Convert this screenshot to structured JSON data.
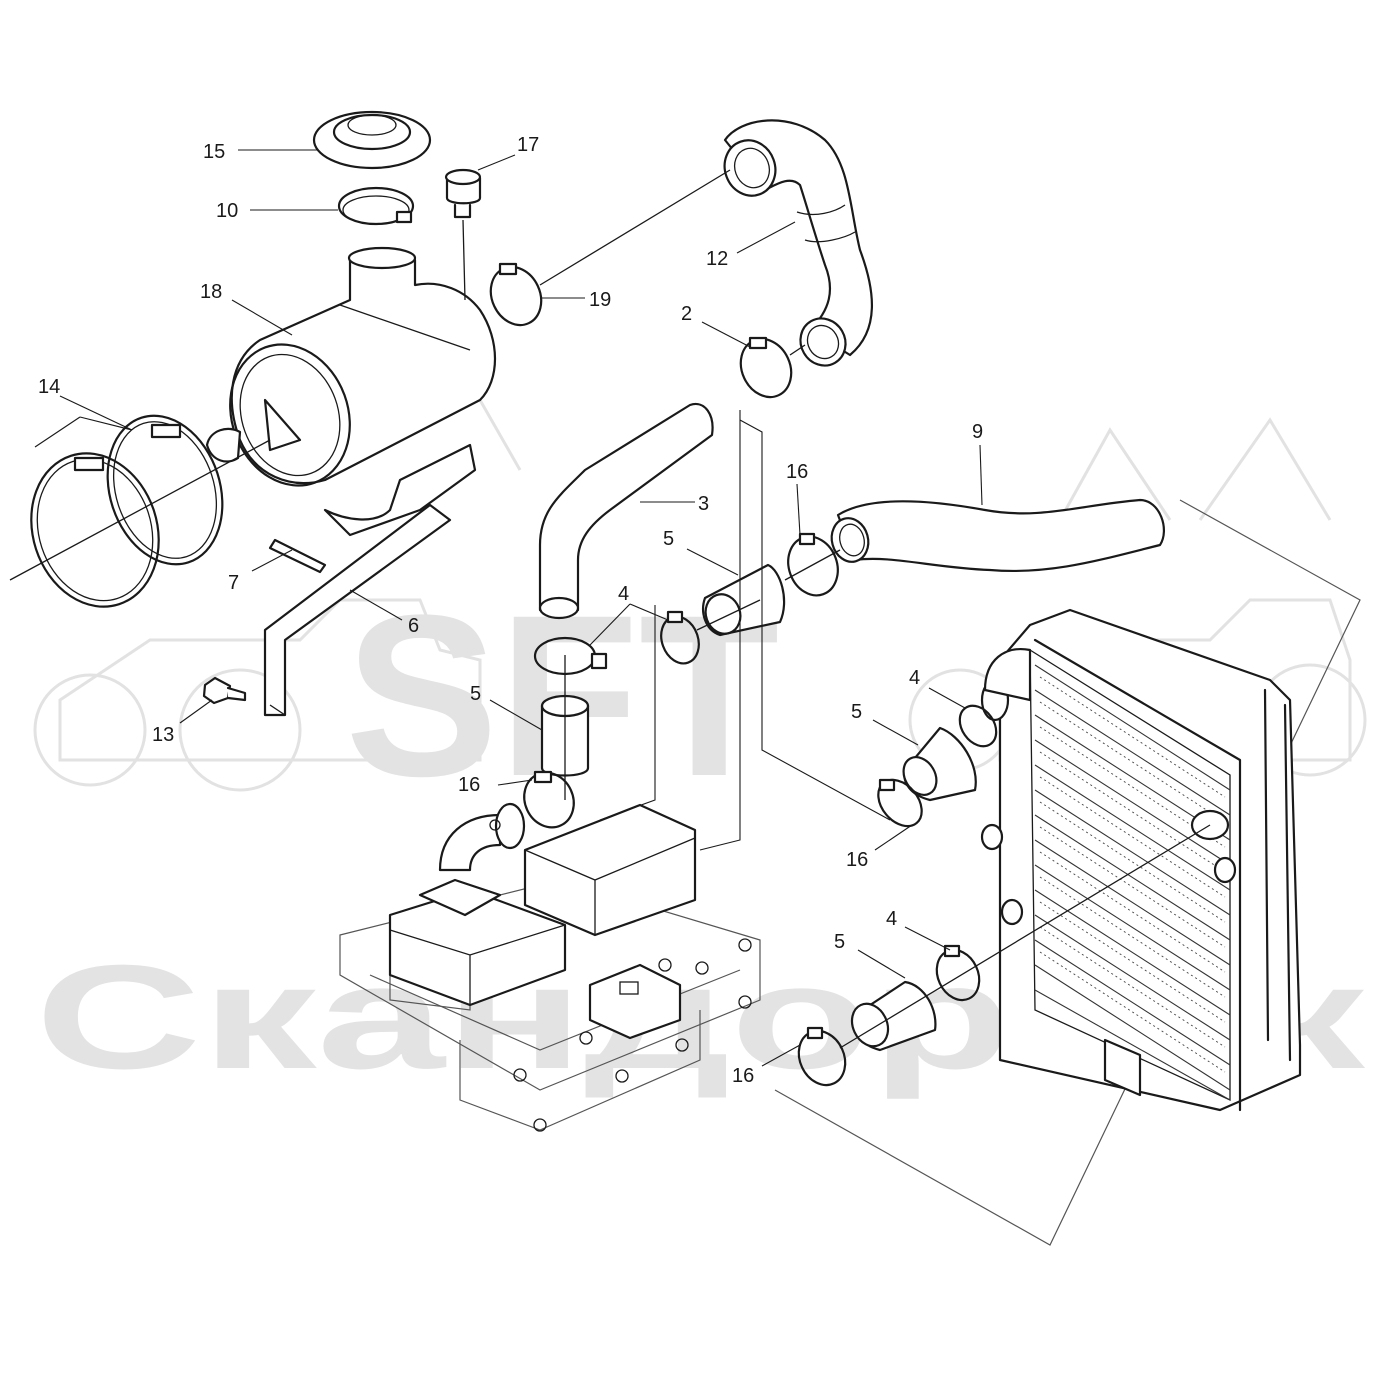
{
  "watermark": {
    "logo": "SFT",
    "brand": "Скандортек"
  },
  "labels": [
    "15",
    "10",
    "17",
    "18",
    "19",
    "12",
    "2",
    "14",
    "3",
    "9",
    "16",
    "5",
    "4",
    "7",
    "6",
    "13",
    "5",
    "16",
    "4",
    "5",
    "16",
    "4",
    "5",
    "16"
  ],
  "colors": {
    "line": "#1a1a1a",
    "watermark": "#e3e3e3",
    "background": "#ffffff"
  }
}
